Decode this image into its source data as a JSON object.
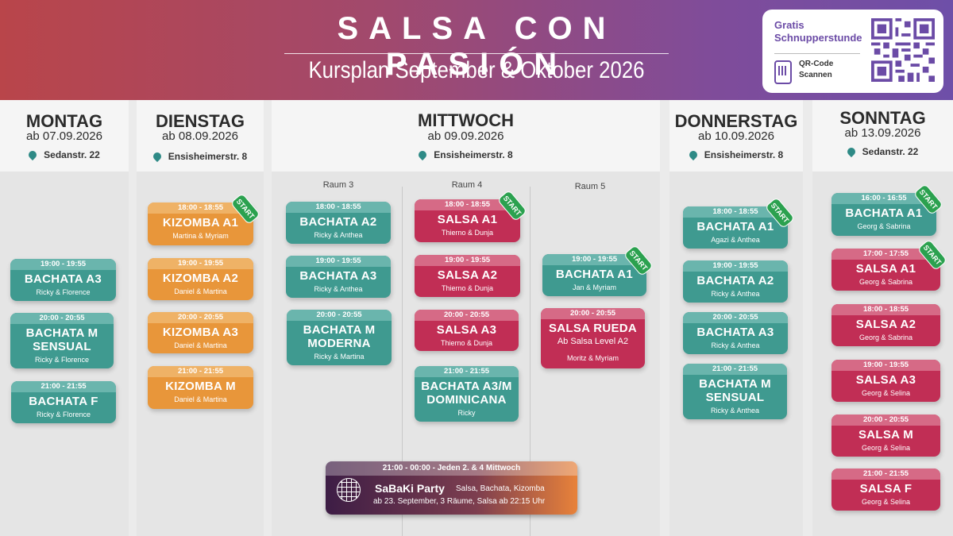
{
  "header": {
    "title": "SALSA CON PASIÓN",
    "subtitle": "Kursplan September & Oktober 2026",
    "qr": {
      "heading": "Gratis Schnupperstunde",
      "caption": "QR-Code Scannen"
    }
  },
  "colors": {
    "teal": "#3f9a90",
    "orange": "#e8963a",
    "red": "#c12e55",
    "start_badge": "#2ba14f",
    "header_start": "#b9454a",
    "header_end": "#6e4fa8"
  },
  "badge_label": "START",
  "days": [
    {
      "day": "MONTAG",
      "date": "ab  07.09.2026",
      "location": "Sedanstr. 22"
    },
    {
      "day": "DIENSTAG",
      "date": "ab  08.09.2026",
      "location": "Ensisheimerstr. 8"
    },
    {
      "day": "MITTWOCH",
      "date": "ab  09.09.2026",
      "location": "Ensisheimerstr. 8",
      "rooms": [
        "Raum 3",
        "Raum 4",
        "Raum 5"
      ]
    },
    {
      "day": "DONNERSTAG",
      "date": "ab  10.09.2026",
      "location": "Ensisheimerstr. 8"
    },
    {
      "day": "SONNTAG",
      "date": "ab  13.09.2026",
      "location": "Sedanstr. 22"
    }
  ],
  "courses": [
    {
      "time": "19:00 - 19:55",
      "name": "BACHATA A3",
      "teachers": "Ricky & Florence"
    },
    {
      "time": "20:00 - 20:55",
      "name": "BACHATA M SENSUAL",
      "teachers": "Ricky & Florence"
    },
    {
      "time": "21:00 - 21:55",
      "name": "BACHATA F",
      "teachers": "Ricky & Florence"
    },
    {
      "time": "18:00 - 18:55",
      "name": "KIZOMBA A1",
      "teachers": "Martina & Myriam",
      "start": true
    },
    {
      "time": "19:00 - 19:55",
      "name": "KIZOMBA A2",
      "teachers": "Daniel & Martina"
    },
    {
      "time": "20:00 - 20:55",
      "name": "KIZOMBA A3",
      "teachers": "Daniel & Martina"
    },
    {
      "time": "21:00 - 21:55",
      "name": "KIZOMBA M",
      "teachers": "Daniel & Martina"
    },
    {
      "time": "18:00 - 18:55",
      "name": "BACHATA A2",
      "teachers": "Ricky & Anthea"
    },
    {
      "time": "19:00 - 19:55",
      "name": "BACHATA A3",
      "teachers": "Ricky & Anthea"
    },
    {
      "time": "20:00 - 20:55",
      "name": "BACHATA M MODERNA",
      "teachers": "Ricky & Martina"
    },
    {
      "time": "18:00 - 18:55",
      "name": "SALSA A1",
      "teachers": "Thierno & Dunja",
      "start": true
    },
    {
      "time": "19:00 - 19:55",
      "name": "SALSA A2",
      "teachers": "Thierno & Dunja"
    },
    {
      "time": "20:00 - 20:55",
      "name": "SALSA A3",
      "teachers": "Thierno & Dunja"
    },
    {
      "time": "21:00 - 21:55",
      "name": "BACHATA A3/M DOMINICANA",
      "teachers": "Ricky"
    },
    {
      "time": "19:00 - 19:55",
      "name": "BACHATA A1",
      "teachers": "Jan & Myriam",
      "start": true
    },
    {
      "time": "20:00 - 20:55",
      "name": "SALSA RUEDA",
      "subtitle": "Ab Salsa Level A2",
      "teachers": "Moritz & Myriam"
    },
    {
      "time": "18:00 - 18:55",
      "name": "BACHATA A1",
      "teachers": "Agazi & Anthea",
      "start": true
    },
    {
      "time": "19:00 - 19:55",
      "name": "BACHATA A2",
      "teachers": "Ricky & Anthea"
    },
    {
      "time": "20:00 - 20:55",
      "name": "BACHATA A3",
      "teachers": "Ricky & Anthea"
    },
    {
      "time": "21:00 - 21:55",
      "name": "BACHATA M SENSUAL",
      "teachers": "Ricky & Anthea"
    },
    {
      "time": "16:00 - 16:55",
      "name": "BACHATA A1",
      "teachers": "Georg & Sabrina",
      "start": true
    },
    {
      "time": "17:00 - 17:55",
      "name": "SALSA A1",
      "teachers": "Georg & Sabrina",
      "start": true
    },
    {
      "time": "18:00 - 18:55",
      "name": "SALSA A2",
      "teachers": "Georg & Sabrina"
    },
    {
      "time": "19:00 - 19:55",
      "name": "SALSA A3",
      "teachers": "Georg & Selina"
    },
    {
      "time": "20:00 - 20:55",
      "name": "SALSA M",
      "teachers": "Georg & Selina"
    },
    {
      "time": "21:00 - 21:55",
      "name": "SALSA F",
      "teachers": "Georg & Selina"
    }
  ],
  "party": {
    "time": "21:00 - 00:00 - Jeden 2. & 4 Mittwoch",
    "name": "SaBaKi  Party",
    "genres": "Salsa, Bachata, Kizomba",
    "note": "ab 23. September, 3 Räume, Salsa ab 22:15 Uhr"
  }
}
